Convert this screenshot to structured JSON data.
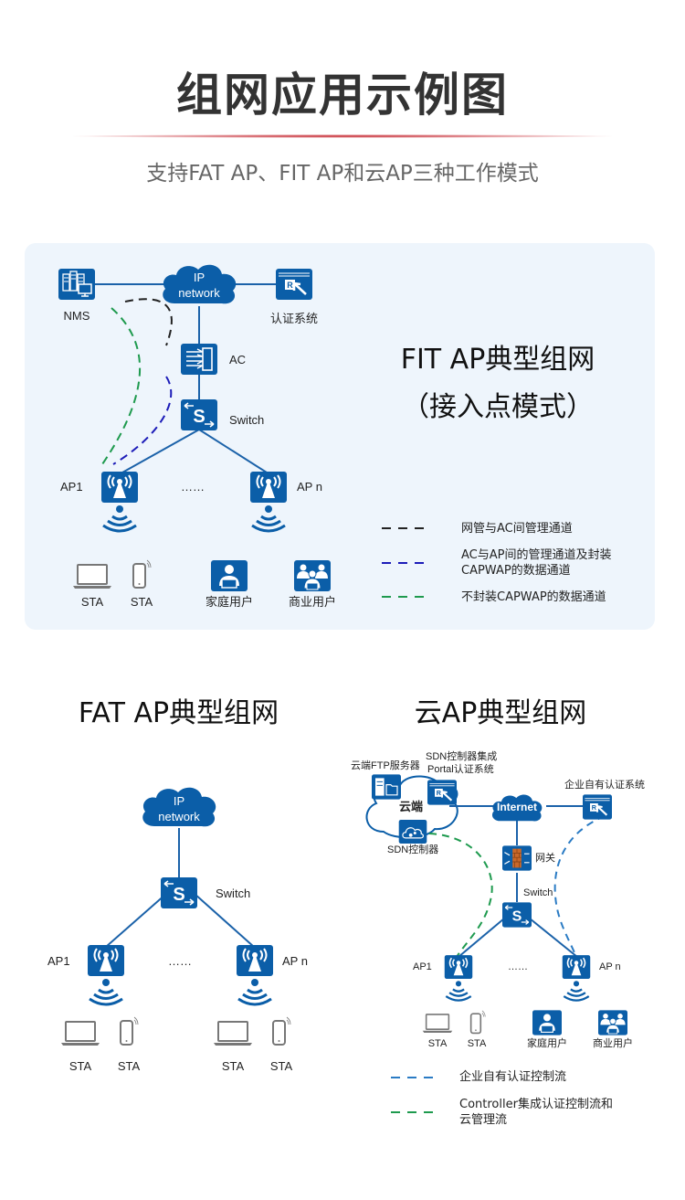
{
  "header": {
    "title": "组网应用示例图",
    "subtitle": "支持FAT AP、FIT AP和云AP三种工作模式",
    "accent_color": "#c62a33"
  },
  "colors": {
    "device_blue": "#0b5ea8",
    "panel_bg": "#eef5fc",
    "line_black": "#222222",
    "line_dark_blue": "#1c1cb8",
    "line_green": "#1e9a4e",
    "line_light_blue": "#2a7bc4"
  },
  "fit_panel": {
    "title_line1": "FIT AP典型组网",
    "title_line2": "（接入点模式）",
    "nodes": {
      "cloud_line1": "IP",
      "cloud_line2": "network",
      "nms": "NMS",
      "auth": "认证系统",
      "ac": "AC",
      "switch": "Switch",
      "ap1": "AP1",
      "apn": "AP n",
      "ellipsis": "……",
      "sta1": "STA",
      "sta2": "STA",
      "home_user": "家庭用户",
      "business_user": "商业用户"
    },
    "legend": [
      {
        "color": "#222222",
        "label": "网管与AC间管理通道"
      },
      {
        "color": "#1c1cb8",
        "label": "AC与AP间的管理通道及封装CAPWAP的数据通道",
        "line1": "AC与AP间的管理通道及封装",
        "line2": "CAPWAP的数据通道"
      },
      {
        "color": "#1e9a4e",
        "label": "不封装CAPWAP的数据通道"
      }
    ]
  },
  "fat_panel": {
    "title": "FAT AP典型组网",
    "nodes": {
      "cloud_line1": "IP",
      "cloud_line2": "network",
      "switch": "Switch",
      "ap1": "AP1",
      "apn": "AP n",
      "ellipsis": "……",
      "sta1": "STA",
      "sta2": "STA",
      "sta3": "STA",
      "sta4": "STA"
    }
  },
  "cloud_panel": {
    "title": "云AP典型组网",
    "nodes": {
      "ftp": "云端FTP服务器",
      "portal_line1": "SDN控制器集成",
      "portal_line2": "Portal认证系统",
      "cloud_label": "云端",
      "sdn": "SDN控制器",
      "internet": "Internet",
      "enterprise_auth": "企业自有认证系统",
      "gateway": "网关",
      "switch": "Switch",
      "ap1": "AP1",
      "apn": "AP n",
      "ellipsis": "……",
      "sta1": "STA",
      "sta2": "STA",
      "home_user": "家庭用户",
      "business_user": "商业用户"
    },
    "legend": [
      {
        "color": "#2a7bc4",
        "label": "企业自有认证控制流"
      },
      {
        "color": "#1e9a4e",
        "label": "Controller集成认证控制流和云管理流",
        "line1": "Controller集成认证控制流和",
        "line2": "云管理流"
      }
    ]
  }
}
